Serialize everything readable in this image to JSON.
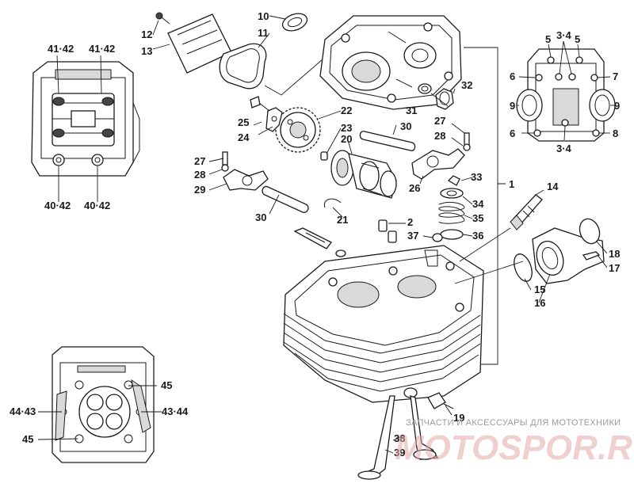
{
  "labels": {
    "p1": "1",
    "p2": "2",
    "p10": "10",
    "p11": "11",
    "p12": "12",
    "p13": "13",
    "p14": "14",
    "p15": "15",
    "p16": "16",
    "p17": "17",
    "p18": "18",
    "p19": "19",
    "p20": "20",
    "p21": "21",
    "p22": "22",
    "p23": "23",
    "p24": "24",
    "p25": "25",
    "p26": "26",
    "p27a": "27",
    "p27b": "27",
    "p28a": "28",
    "p28b": "28",
    "p29": "29",
    "p30a": "30",
    "p30b": "30",
    "p31": "31",
    "p32": "32",
    "p33": "33",
    "p34": "34",
    "p35": "35",
    "p36": "36",
    "p37": "37",
    "p38": "38",
    "p39": "39",
    "tl_4142a": "41·42",
    "tl_4142b": "41·42",
    "tl_4042a": "40·42",
    "tl_4042b": "40·42",
    "tr_5a": "5",
    "tr_5b": "5",
    "tr_34a": "3·4",
    "tr_34b": "3·4",
    "tr_6a": "6",
    "tr_6b": "6",
    "tr_7": "7",
    "tr_8": "8",
    "tr_9a": "9",
    "tr_9b": "9",
    "bl_45a": "45",
    "bl_45b": "45",
    "bl_4443": "44·43",
    "bl_4344": "43·44"
  },
  "watermark": {
    "subtitle": "ЗАПЧАСТИ И АКСЕССУАРЫ ДЛЯ МОТОТЕХНИКИ",
    "brand": "MOTOSPOR.RU"
  }
}
